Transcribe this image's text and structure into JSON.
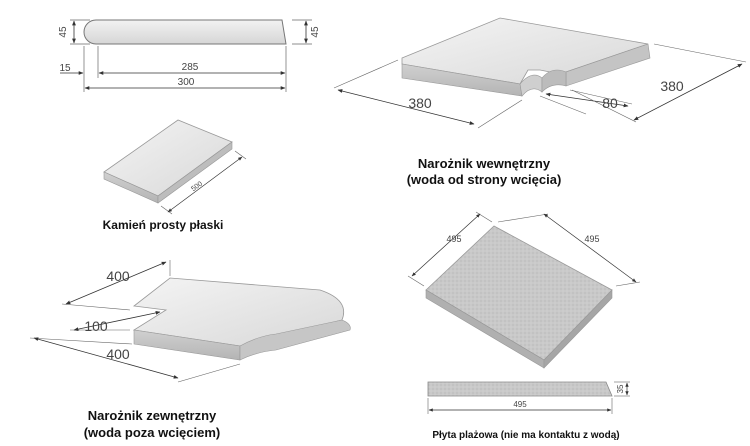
{
  "stone_profile": {
    "height_left": "45",
    "height_right": "45",
    "length_inner": "285",
    "length_total": "300",
    "overhang": "15"
  },
  "straight_stone": {
    "length": "500",
    "caption": "Kamień prosty płaski"
  },
  "inner_corner": {
    "side_left": "380",
    "side_right": "380",
    "notch": "80",
    "caption_line1": "Narożnik wewnętrzny",
    "caption_line2": "(woda od strony wcięcia)"
  },
  "outer_corner": {
    "side_top": "400",
    "notch": "100",
    "side_bottom": "400",
    "caption_line1": "Narożnik zewnętrzny",
    "caption_line2": "(woda poza wcięciem)"
  },
  "beach_tile": {
    "side_left": "495",
    "side_right": "495",
    "thickness": "35",
    "length": "495",
    "caption": "Płyta plażowa (nie ma kontaktu z wodą)"
  }
}
